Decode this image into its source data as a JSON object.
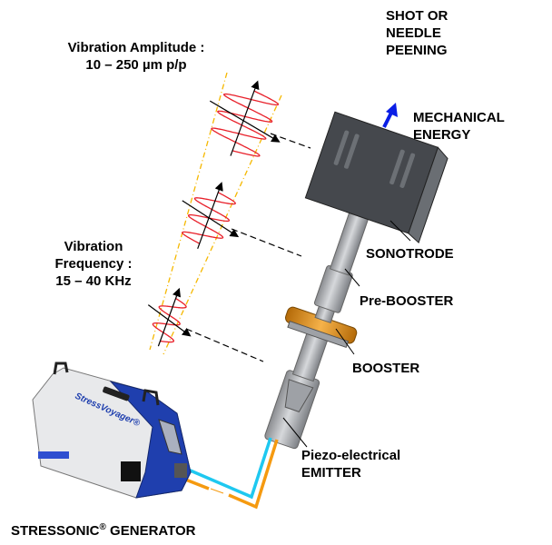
{
  "labels": {
    "shot_peening": [
      "SHOT OR",
      "NEEDLE",
      "PEENING"
    ],
    "mechanical_energy": [
      "MECHANICAL",
      "ENERGY"
    ],
    "amplitude": [
      "Vibration Amplitude :",
      "10 – 250 µm p/p"
    ],
    "frequency": [
      "Vibration",
      "Frequency :",
      "15 – 40 KHz"
    ],
    "sonotrode": "SONOTRODE",
    "pre_booster": "Pre-BOOSTER",
    "booster": "BOOSTER",
    "emitter": [
      "Piezo-electrical",
      "EMITTER"
    ],
    "generator": "STRESSONIC",
    "generator_reg": "®",
    "generator_suffix": " GENERATOR"
  },
  "generator_brand": "StressVoyager®",
  "colors": {
    "wave": "#e8202a",
    "guide": "#f5b800",
    "arrow_blue": "#0a1ee6",
    "booster_ring": "#e89a1a",
    "cable_blue": "#1ec8f0",
    "cable_orange": "#f59a10",
    "generator_blue": "#1f3fae"
  }
}
